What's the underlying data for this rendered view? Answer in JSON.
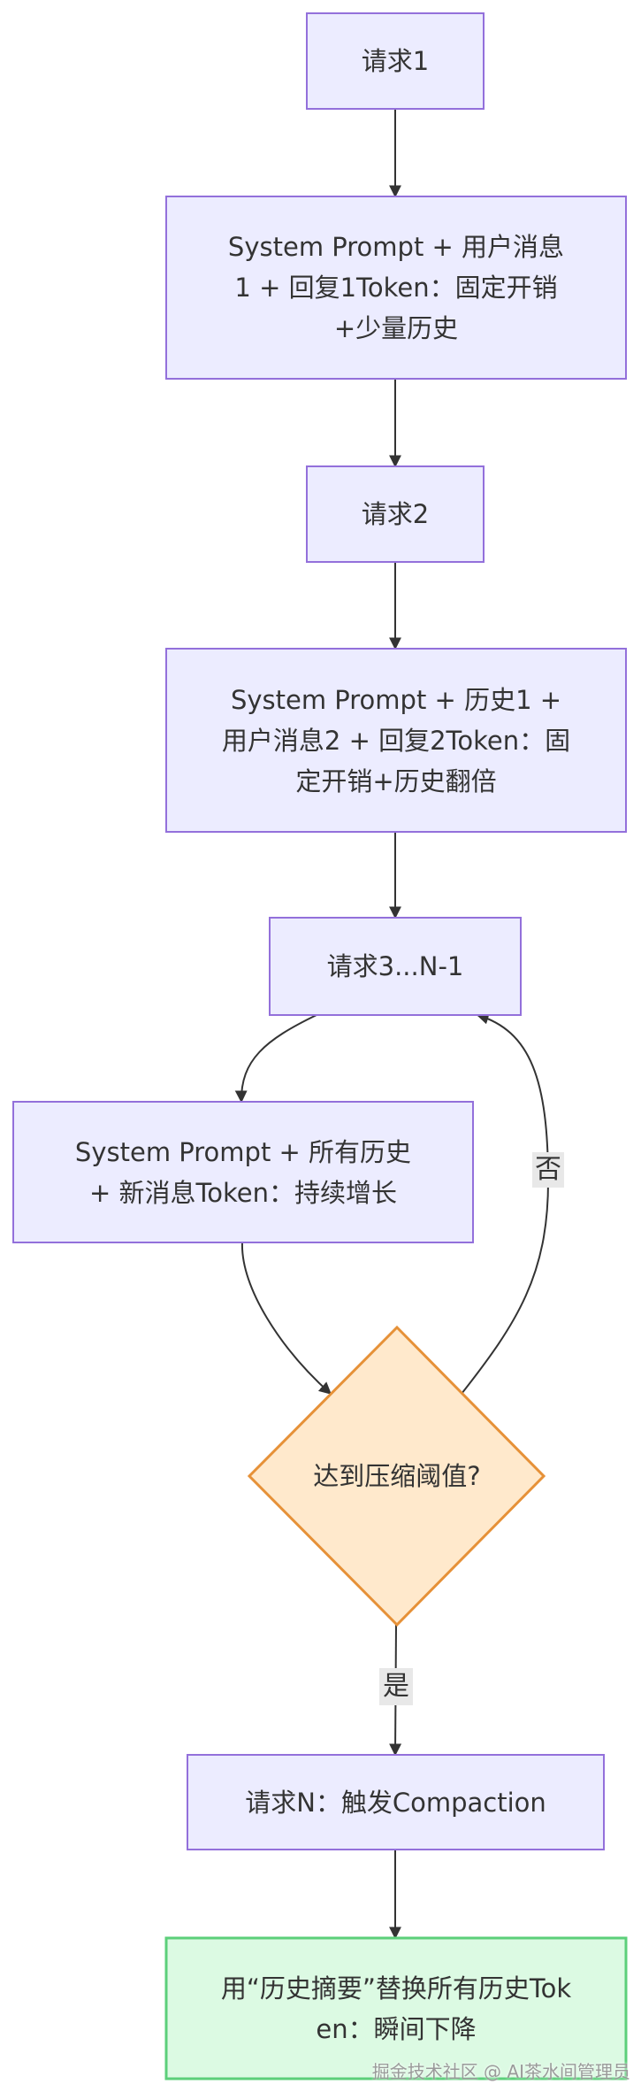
{
  "nodes": {
    "request1": "请求1",
    "tokens1": "System Prompt + 用户消息1 + 回复1Token：固定开销+少量历史",
    "request2": "请求2",
    "tokens2": "System Prompt + 历史1 + 用户消息2 + 回复2Token：固定开销+历史翻倍",
    "request3": "请求3...N-1",
    "tokens3": "System Prompt + 所有历史 + 新消息Token：持续增长",
    "decision": "达到压缩阈值?",
    "requestN": "请求N：触发Compaction",
    "result": "用“历史摘要”替换所有历史Token：瞬间下降"
  },
  "edges": {
    "no_label": "否",
    "yes_label": "是"
  },
  "watermark": "掘金技术社区 @ AI茶水间管理员",
  "colors": {
    "process_fill": "#ececff",
    "process_stroke": "#9370db",
    "decision_fill": "#ffe9cc",
    "decision_stroke": "#e69138",
    "result_fill": "#dcfae3",
    "result_stroke": "#5ccf7a",
    "arrow": "#333333"
  }
}
